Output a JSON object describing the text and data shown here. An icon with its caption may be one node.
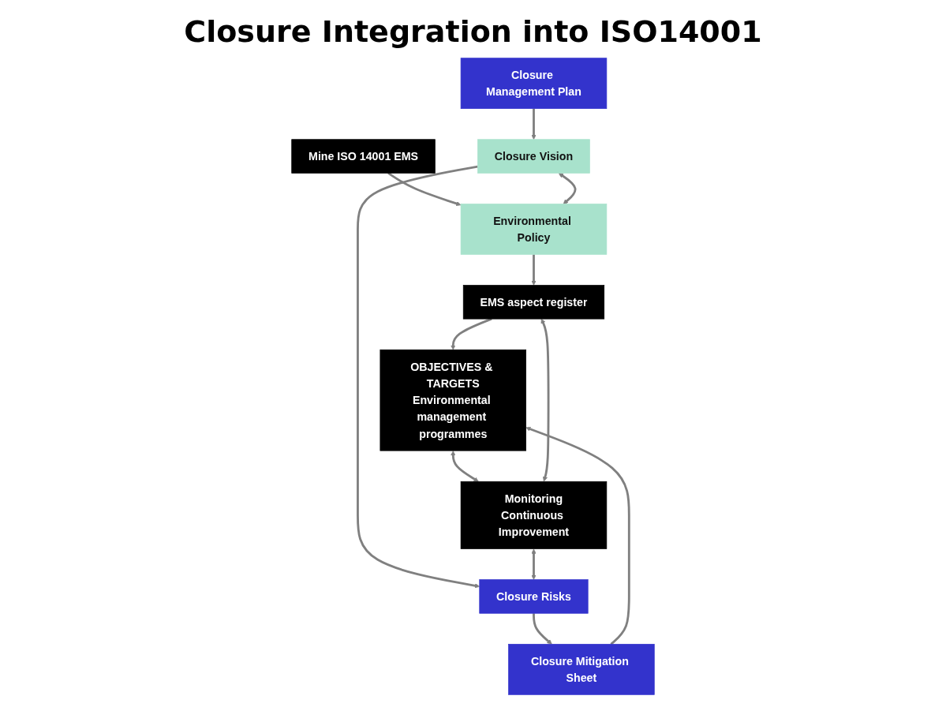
{
  "diagram": {
    "title": "Closure Integration into ISO14001",
    "nodes": [
      {
        "text": [
          "Closure Management Plan"
        ]
      },
      {
        "text": [
          "Mine ISO 14001 EMS"
        ]
      },
      {
        "text": [
          "Closure Vision"
        ]
      },
      {
        "text": [
          "Environmental Policy"
        ]
      },
      {
        "text": [
          "Closure Risks"
        ]
      },
      {
        "text": [
          "EMS aspect register"
        ]
      },
      {
        "text": [
          "Closure Mitigation Sheet"
        ]
      },
      {
        "text": [
          "OBJECTIVES & TARGETS",
          "Environmental management programmes"
        ]
      },
      {
        "text": [
          "Monitoring",
          "Continuous Improvement"
        ]
      }
    ],
    "edges": [
      {
        "from": 0,
        "to": 2,
        "arrow": "to"
      },
      {
        "from": 1,
        "to": 3,
        "arrow": "to"
      },
      {
        "from": 2,
        "to": 3,
        "arrow": "both"
      },
      {
        "from": 2,
        "to": 4,
        "arrow": "to"
      },
      {
        "from": 3,
        "to": 5,
        "arrow": "to"
      },
      {
        "from": 4,
        "to": 6,
        "arrow": "to"
      },
      {
        "from": 5,
        "to": 7,
        "arrow": "to"
      },
      {
        "from": 6,
        "to": 7,
        "arrow": "to"
      },
      {
        "from": 7,
        "to": 8,
        "arrow": "both"
      },
      {
        "from": 8,
        "to": 4,
        "arrow": "both"
      },
      {
        "from": 8,
        "to": 5,
        "arrow": "both"
      }
    ]
  }
}
